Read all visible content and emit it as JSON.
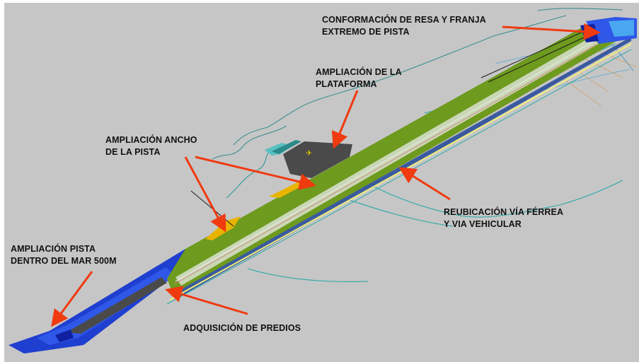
{
  "colors": {
    "background": "#c6c6c6",
    "runway_fill": "#6e9a1e",
    "sea_extension": "#1f3fd0",
    "expansion_yellow": "#e8b400",
    "platform": "#4a4a4a",
    "arrow": "#f03a10",
    "annotation_text": "#111111"
  },
  "labels": {
    "resa": {
      "line1": "CONFORMACIÓN DE RESA  Y FRANJA",
      "line2": "EXTREMO DE PISTA"
    },
    "plataforma": {
      "line1": "AMPLIACIÓN DE LA",
      "line2": "PLATAFORMA"
    },
    "ancho": {
      "line1": "AMPLIACIÓN ANCHO",
      "line2": "DE LA PISTA"
    },
    "ferrea": {
      "line1": "REUBICACIÓN VÍA FÉRREA",
      "line2": "Y VIA VEHICULAR"
    },
    "mar": {
      "line1": "AMPLIACIÓN PISTA",
      "line2": "DENTRO DEL MAR 500M"
    },
    "predios": {
      "line1": "ADQUISICIÓN DE PREDIOS"
    }
  }
}
